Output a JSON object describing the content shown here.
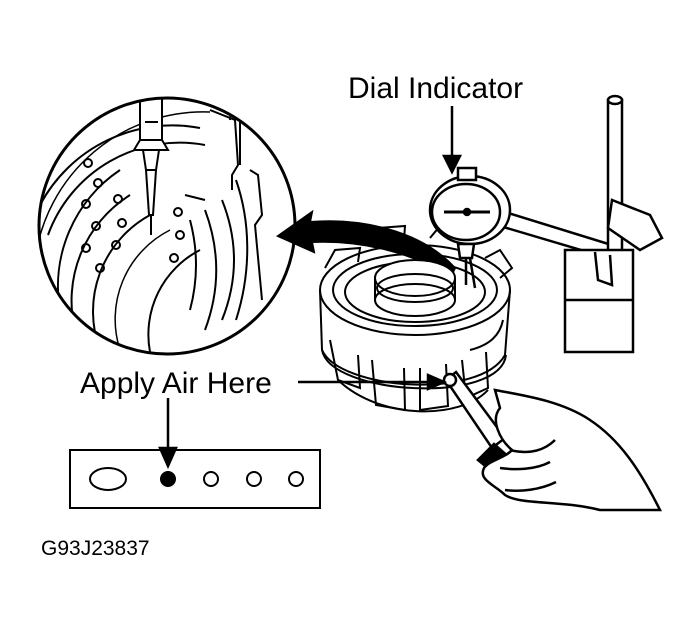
{
  "labels": {
    "dial_indicator": "Dial Indicator",
    "apply_air": "Apply Air Here",
    "figure_code": "G93J23837"
  },
  "colors": {
    "ink": "#000000",
    "paper": "#ffffff"
  },
  "ports": {
    "count": 5,
    "highlighted_index": 1
  }
}
